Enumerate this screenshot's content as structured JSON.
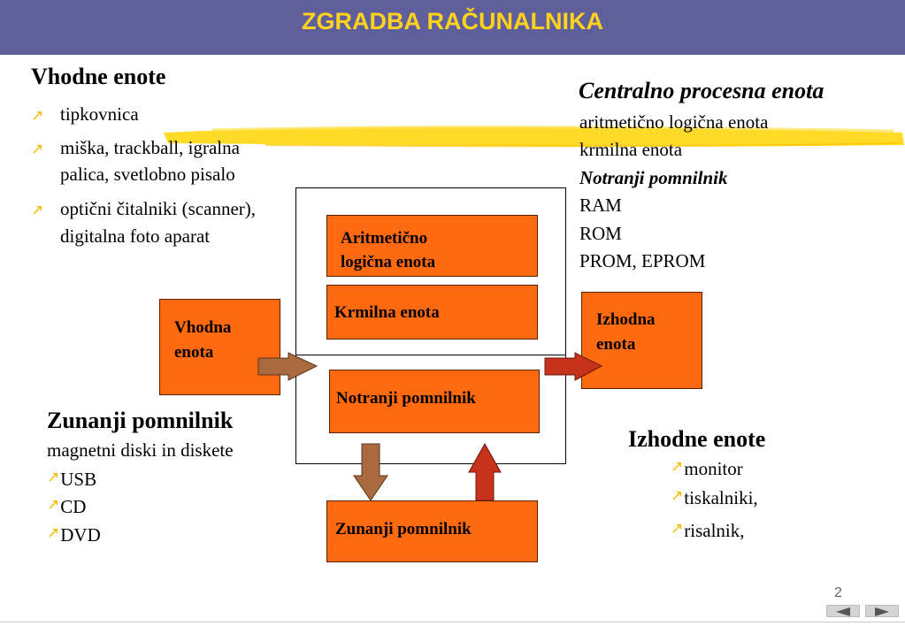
{
  "title": "ZGRADBA RAČUNALNIKA",
  "left_section": {
    "heading": "Vhodne enote",
    "items": [
      [
        "tipkovnica"
      ],
      [
        "miška, trackball, igralna",
        "palica, svetlobno pisalo"
      ],
      [
        "optični čitalniki (scanner),",
        "digitalna foto aparat"
      ]
    ]
  },
  "right_section": {
    "heading": "Centralno procesna enota",
    "line1": "aritmetično logična enota",
    "line2": "krmilna enota",
    "subheading": "Notranji pomnilnik",
    "items": [
      "RAM",
      "ROM",
      "PROM, EPROM"
    ]
  },
  "external_memory": {
    "heading": "Zunanji pomnilnik",
    "line1": "magnetni diski in diskete",
    "items": [
      "USB",
      "CD",
      "DVD"
    ]
  },
  "output_section": {
    "heading": "Izhodne enote",
    "items": [
      "monitor",
      "tiskalniki,",
      "risalnik,"
    ]
  },
  "diagram": {
    "alu": [
      "Aritmetično",
      "logična enota"
    ],
    "control_unit": "Krmilna enota",
    "internal_memory": "Notranji pomnilnik",
    "input_unit": [
      "Vhodna",
      "enota"
    ],
    "output_unit": [
      "Izhodna",
      "enota"
    ],
    "external_memory": "Zunanji pomnilnik"
  },
  "bullet_glyph": "↗",
  "page_number": "2",
  "colors": {
    "title_bar": "#5f5f9c",
    "title_text": "#ffd21e",
    "box_fill": "#ff6a10",
    "highlight": "#ffd400",
    "arrow_brown": "#a86a3e",
    "arrow_red": "#c6321a"
  },
  "icons": [
    "arrow-up-right-bullet",
    "prev-slide-triangle",
    "next-slide-triangle"
  ]
}
